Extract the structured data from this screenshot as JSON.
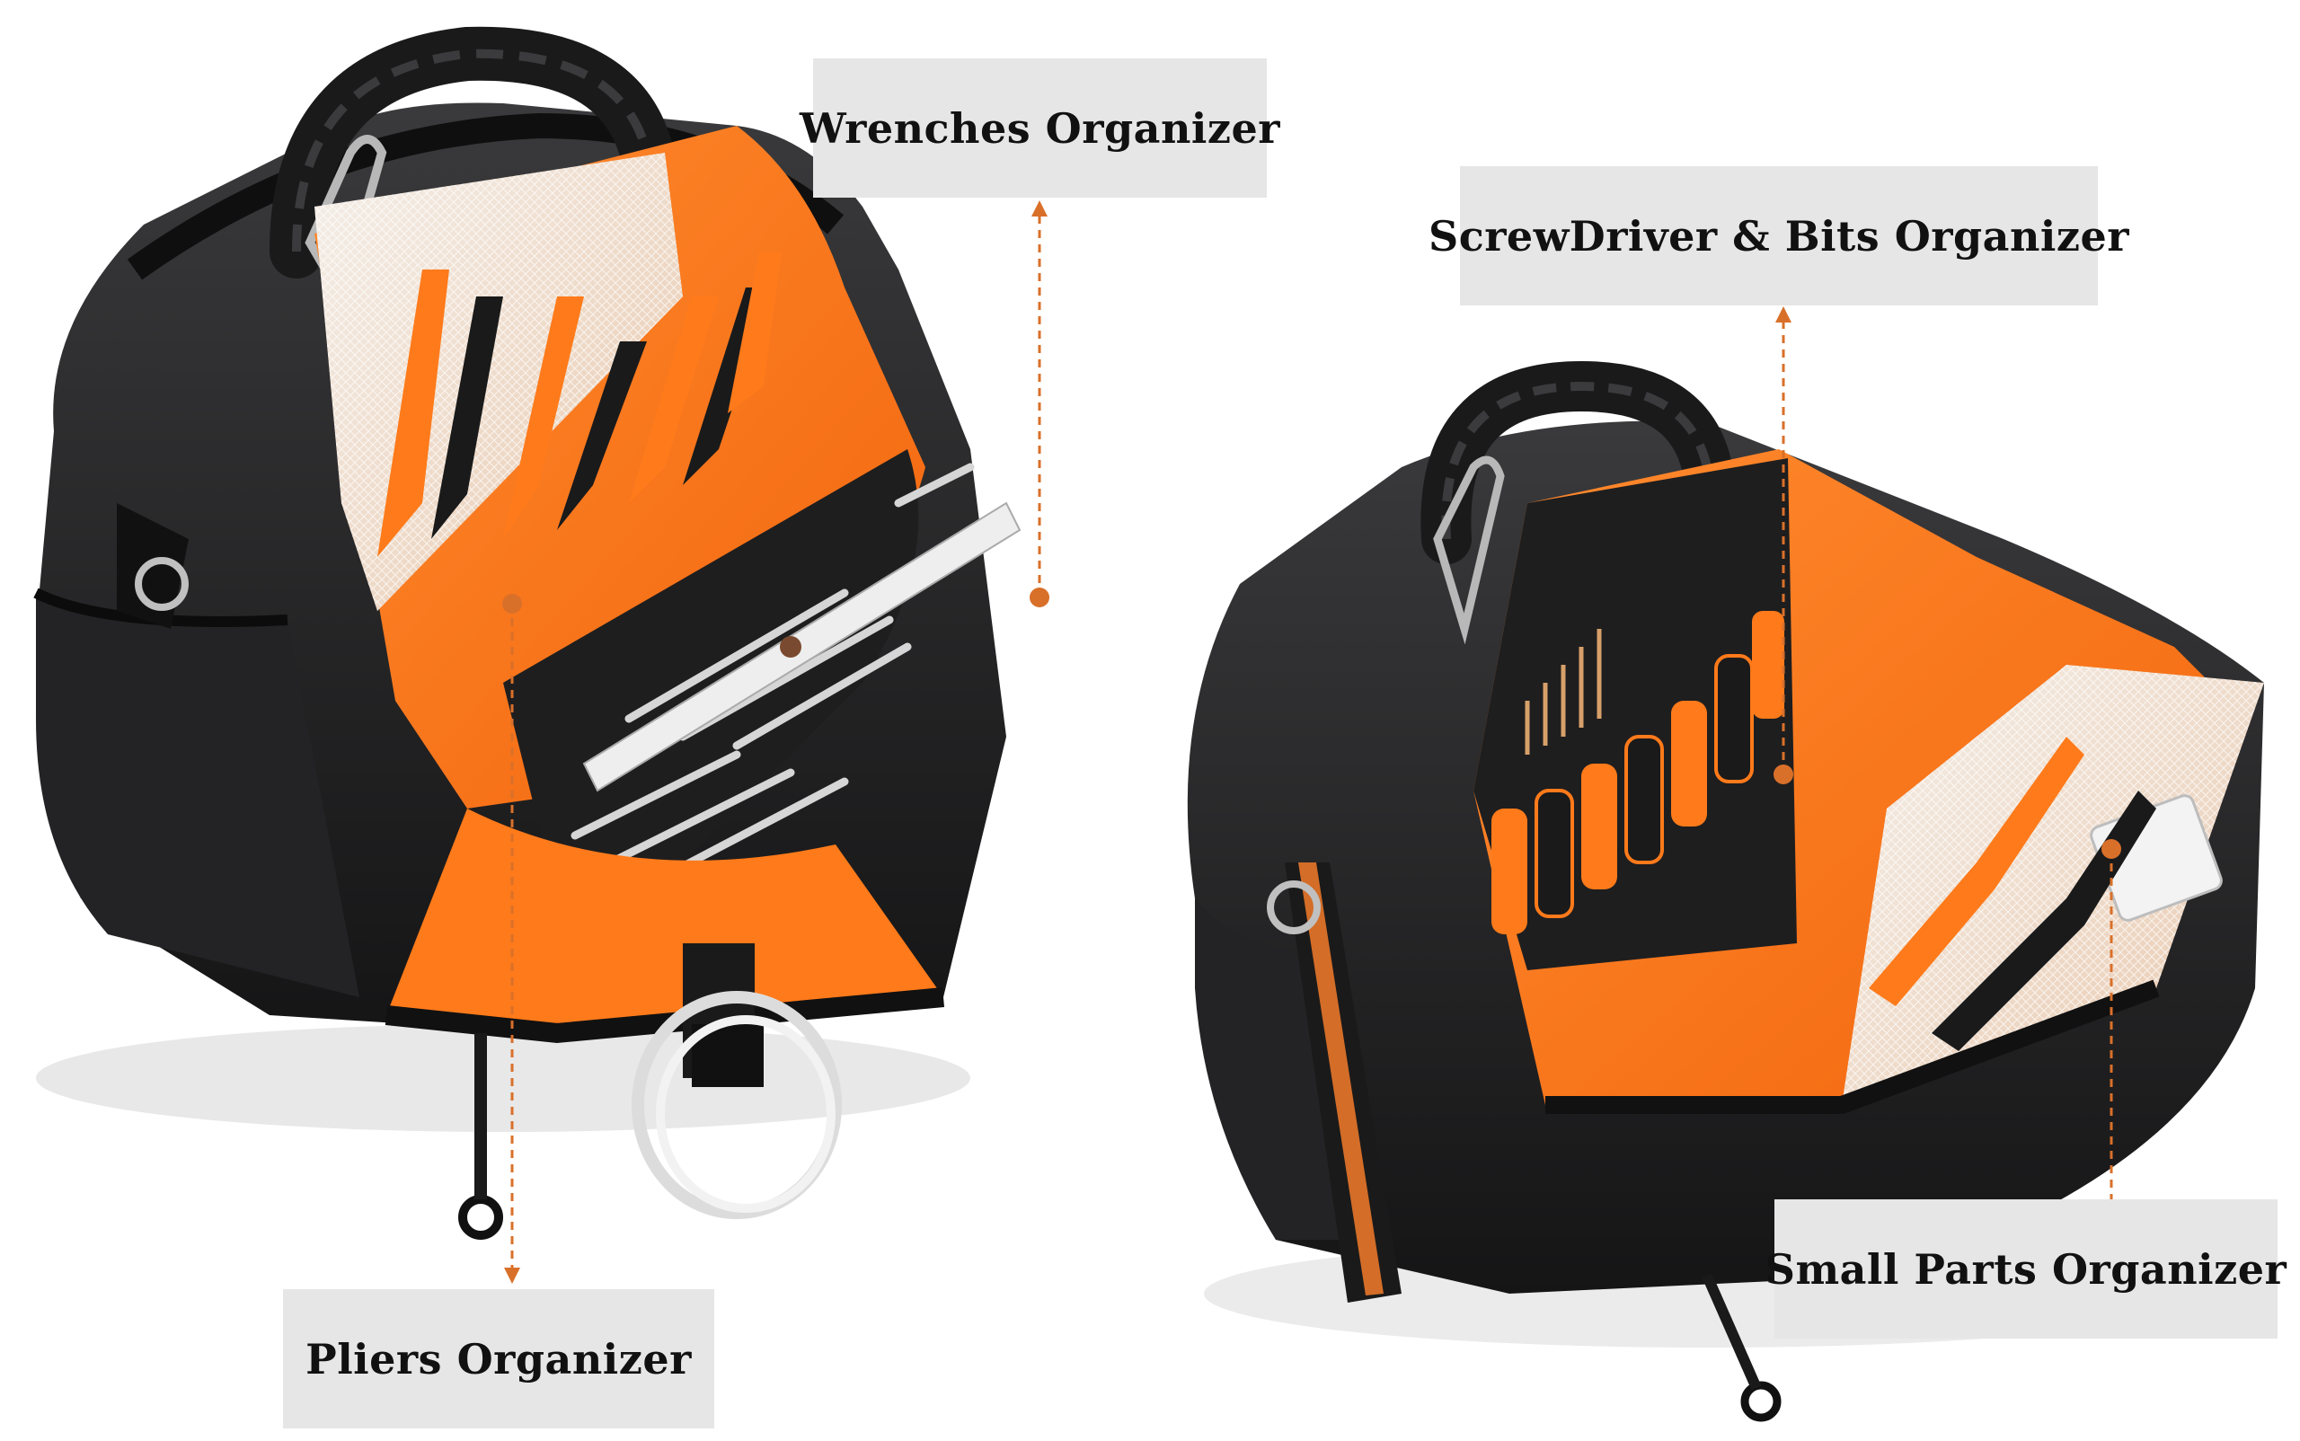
{
  "labels": {
    "wrenches": "Wrenches Organizer",
    "screwdriver": "ScrewDriver & Bits Organizer",
    "pliers": "Pliers Organizer",
    "small_parts": "Small Parts Organizer"
  },
  "colors": {
    "bag_black": "#1c1c1e",
    "bag_dark": "#2a2a2c",
    "lining_orange": "#ff7a1a",
    "accent_orange": "#e8772a",
    "label_bg": "#e6e6e6",
    "leader_line": "#d9702a"
  }
}
